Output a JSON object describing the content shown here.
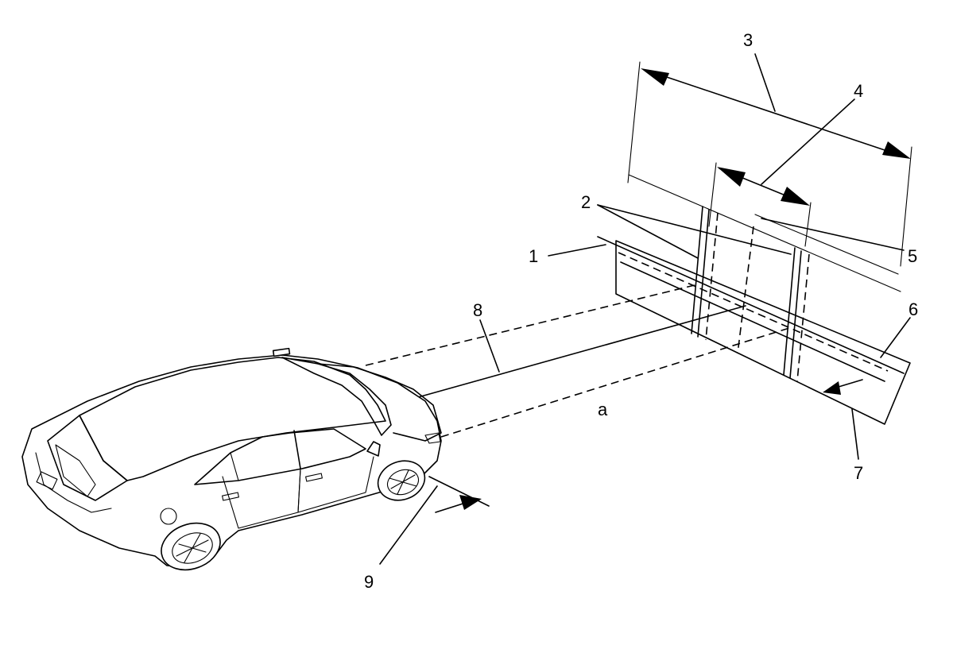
{
  "diagram": {
    "callouts": [
      {
        "id": "1",
        "text": "1"
      },
      {
        "id": "2",
        "text": "2"
      },
      {
        "id": "3",
        "text": "3"
      },
      {
        "id": "4",
        "text": "4"
      },
      {
        "id": "5",
        "text": "5"
      },
      {
        "id": "6",
        "text": "6"
      },
      {
        "id": "7",
        "text": "7"
      },
      {
        "id": "8",
        "text": "8"
      },
      {
        "id": "9",
        "text": "9"
      }
    ],
    "distance_label": "a",
    "line_color": "#000000",
    "background_color": "#ffffff"
  }
}
